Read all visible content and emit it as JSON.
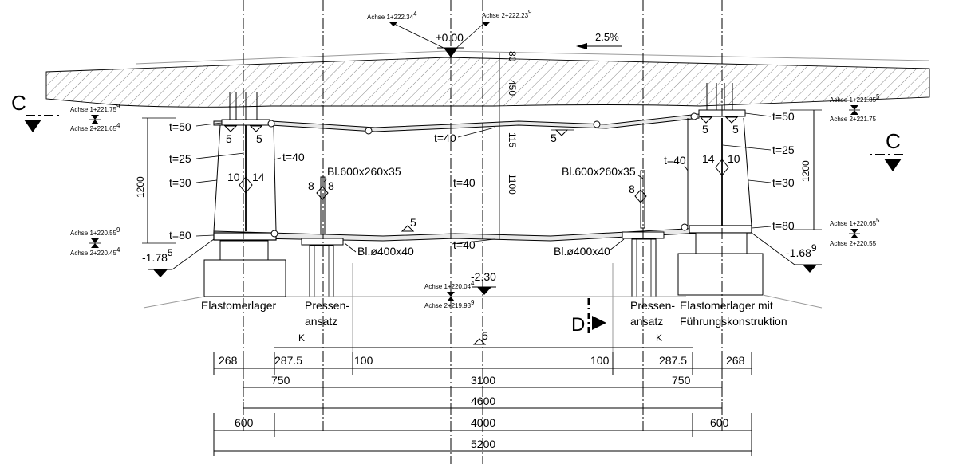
{
  "section_marks": {
    "left_letter": "C",
    "right_letter": "C",
    "detail_letter": "D"
  },
  "elevations": {
    "top_zero": "±0.00",
    "slope": "2.5%",
    "left_bottom": "-1.78",
    "left_bottom_sup": "5",
    "right_bottom": "-1.68",
    "right_bottom_sup": "9",
    "center_bottom": "-2.30"
  },
  "axis_levels": [
    {
      "line1": "Achse 1+222.34",
      "sup1": "4"
    },
    {
      "line1": "Achse 2+222.23",
      "sup1": "9"
    },
    {
      "line1": "Achse 1+221.75",
      "sup1": "9",
      "line2": "Achse 2+221.65",
      "sup2": "4"
    },
    {
      "line1": "Achse 1+221.85",
      "sup1": "5",
      "line2": "Achse 2+221.75",
      "sup2": ""
    },
    {
      "line1": "Achse 1+220.55",
      "sup1": "9",
      "line2": "Achse 2+220.45",
      "sup2": "4"
    },
    {
      "line1": "Achse 1+220.65",
      "sup1": "5",
      "line2": "Achse 2+220.55",
      "sup2": ""
    },
    {
      "line1": "Achse 1+220.04",
      "sup1": "4",
      "line2": "Achse 2+219.93",
      "sup2": "9"
    }
  ],
  "plate_labels": {
    "t50": "t=50",
    "t25": "t=25",
    "t30": "t=30",
    "t80": "t=80",
    "t40": "t=40"
  },
  "weld_sizes": {
    "w5": "5",
    "w8": "8",
    "w10": "10",
    "w14": "14"
  },
  "member_labels": {
    "stiffener_plate": "Bl.600x260x35",
    "round_plate": "Bl.ø400x40"
  },
  "vertical_dims": {
    "d80": "80",
    "d450": "450",
    "d115": "115",
    "d1100": "1100",
    "d1200": "1200"
  },
  "bearing_labels": {
    "left_bearing": "Elastomerlager",
    "jack_1": "Pressen-",
    "jack_2": "ansatz",
    "right_bearing_1": "Elastomerlager mit",
    "right_bearing_2": "Führungskonstruktion"
  },
  "dims": {
    "d268": "268",
    "d287": "287.5",
    "d100": "100",
    "d750": "750",
    "d3100": "3100",
    "d4600": "4600",
    "d600": "600",
    "d4000": "4000",
    "d5200": "5200"
  }
}
